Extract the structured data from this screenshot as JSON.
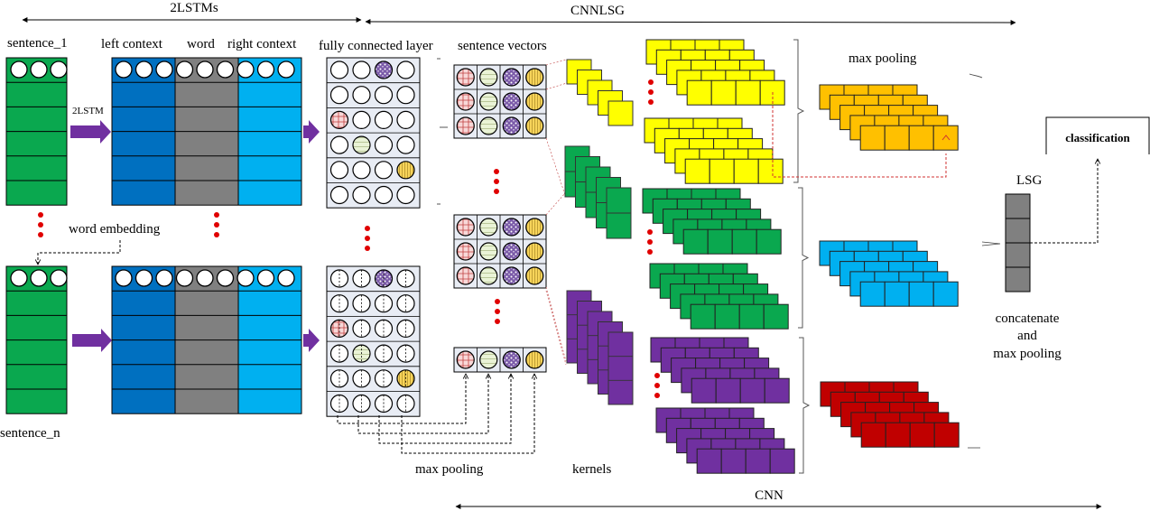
{
  "title_spans": {
    "lstm": "2LSTMs",
    "cnnlsg": "CNNLSG",
    "cnn": "CNN"
  },
  "labels": {
    "sentence_1": "sentence_1",
    "sentence_n": "sentence_n",
    "left_context": "left context",
    "word": "word",
    "right_context": "right context",
    "fully_connected": "fully connected layer",
    "sentence_vectors": "sentence vectors",
    "arrow_2lstm": "2LSTM",
    "word_embedding": "word embedding",
    "max_pooling_bottom": "max pooling",
    "kernels": "kernels",
    "max_pooling_top": "max pooling",
    "lsg": "LSG",
    "concat_1": "concatenate",
    "concat_2": "and",
    "concat_3": "max pooling",
    "classification": "classification"
  },
  "colors": {
    "sentence_green": "#0aa84f",
    "left_blue": "#0070c0",
    "word_gray": "#808080",
    "right_blue": "#00b0f0",
    "fc_bg": "#e8ecf4",
    "arrow_purple": "#7030a0",
    "dot_red": "#e00000",
    "kernel_yellow": "#ffff00",
    "kernel_green": "#0aa84f",
    "kernel_purple": "#7030a0",
    "pool_orange": "#ffc000",
    "pool_blue": "#00b0f0",
    "pool_red": "#c00000",
    "lsg_gray": "#808080",
    "grid_red": "#f8d8d8",
    "stripe_green": "#eaf3d6",
    "dot_purple": "#8060a8",
    "stripe_yellow": "#f7d45a"
  }
}
